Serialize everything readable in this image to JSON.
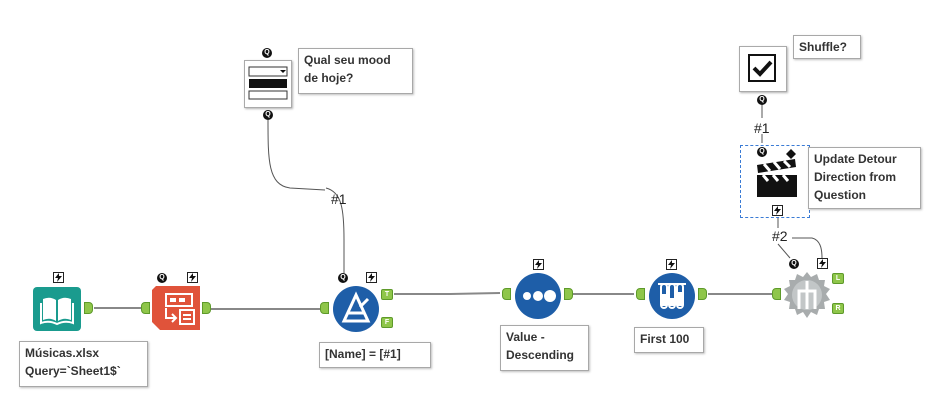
{
  "canvas": {
    "background": "#ffffff"
  },
  "tools": {
    "input": {
      "icon": "book-icon",
      "color": "#1a9b8e",
      "label": "Músicas.xlsx\nQuery=`Sheet1$`"
    },
    "dynamic_rename": {
      "icon": "dynamic-rename-icon",
      "color": "#e0533a"
    },
    "filter": {
      "icon": "filter-icon",
      "color": "#1e5ea8",
      "label": "[Name] = [#1]",
      "out_true": "T",
      "out_false": "F"
    },
    "sort": {
      "icon": "sort-icon",
      "color": "#1e5ea8",
      "label": "Value -\nDescending"
    },
    "sample": {
      "icon": "test-tubes-icon",
      "color": "#1e5ea8",
      "label": "First 100"
    },
    "detour_end": {
      "icon": "detour-end-icon",
      "color": "#a8acad",
      "out_left": "L",
      "out_right": "R"
    },
    "dropdown": {
      "icon": "dropdown-icon",
      "label": "Qual seu mood\nde hoje?"
    },
    "checkbox": {
      "icon": "checkbox-icon",
      "label": "Shuffle?"
    },
    "action": {
      "icon": "clapperboard-icon",
      "label": "Update Detour\nDirection from\nQuestion"
    }
  },
  "wire_labels": {
    "filter_question": "#1",
    "checkbox_action": "#1",
    "action_detour": "#2"
  },
  "badges": {
    "question": "Q",
    "question_alt": "Q"
  }
}
